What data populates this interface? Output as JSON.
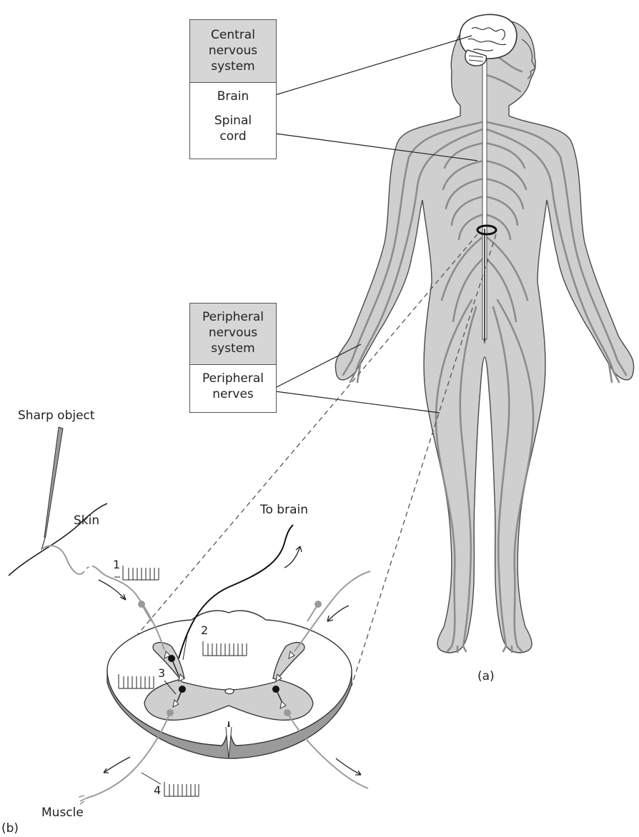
{
  "cns_box": {
    "title_lines": [
      "Central",
      "nervous",
      "system"
    ],
    "brain": "Brain",
    "spinal_lines": [
      "Spinal",
      "cord"
    ]
  },
  "pns_box": {
    "title_lines": [
      "Peripheral",
      "nervous",
      "system"
    ],
    "nerves_lines": [
      "Peripheral",
      "nerves"
    ]
  },
  "labels": {
    "sharp_object": "Sharp object",
    "skin": "Skin",
    "to_brain": "To brain",
    "muscle": "Muscle",
    "panel_a": "(a)",
    "panel_b": "(b)"
  },
  "steps": [
    "1",
    "2",
    "3",
    "4"
  ]
}
